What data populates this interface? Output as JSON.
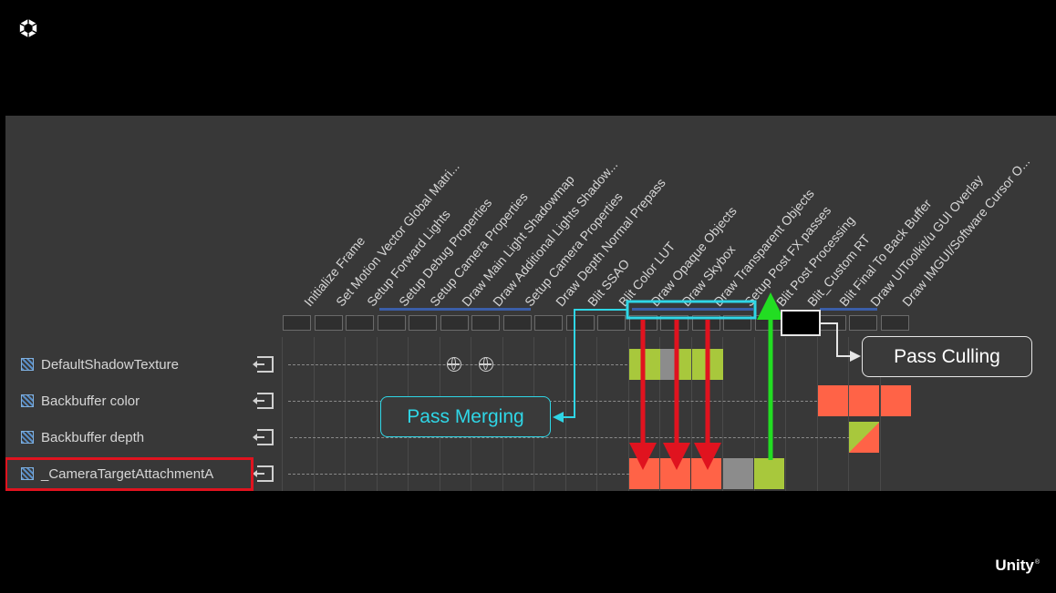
{
  "passes": [
    "Initialize Frame",
    "Set Motion Vector Global Matri...",
    "Setup Forward Lights",
    "Setup Debug Properties",
    "Setup Camera Properties",
    "Draw Main Light Shadowmap",
    "Draw Additional Lights Shadow...",
    "Setup Camera Properties",
    "Draw Depth Normal Prepass",
    "Blit SSAO",
    "Blit Color LUT",
    "Draw Opaque Objects",
    "Draw Skybox",
    "Draw Transparent Objects",
    "Setup Post FX passes",
    "Blit Post Processing",
    "Blit_Custom RT",
    "Blit Final To Back Buffer",
    "Draw UIToolkit/u GUI Overlay",
    "Draw IMGUI/Software Cursor O..."
  ],
  "resources": [
    "DefaultShadowTexture",
    "Backbuffer color",
    "Backbuffer depth",
    "_CameraTargetAttachmentA"
  ],
  "callouts": {
    "pass_merging": "Pass Merging",
    "pass_culling": "Pass Culling"
  },
  "brand": "Unity",
  "brand_mark": "®",
  "colors": {
    "write": "#ff6347",
    "read": "#a8c83c",
    "readwrite_gray": "#8c8c8c",
    "merge_highlight": "#2fd6e6",
    "arrow_red": "#e0131f",
    "arrow_green": "#22dd22",
    "selection_outline": "#e0131f"
  }
}
